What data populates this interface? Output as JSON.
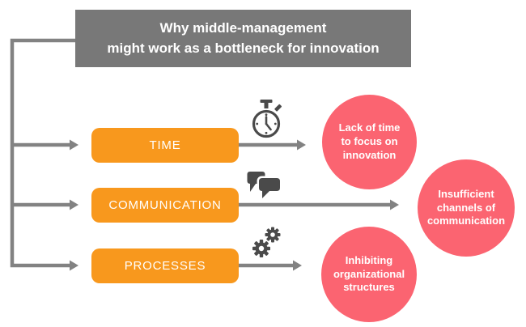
{
  "title": {
    "line1": "Why middle-management",
    "line2": "might work as a bottleneck for innovation"
  },
  "factors": [
    {
      "label": "TIME",
      "icon": "stopwatch-icon"
    },
    {
      "label": "COMMUNICATION",
      "icon": "chat-bubbles-icon"
    },
    {
      "label": "PROCESSES",
      "icon": "gears-icon"
    }
  ],
  "outcomes": [
    {
      "lines": [
        "Lack of time",
        "to focus on",
        "innovation"
      ]
    },
    {
      "lines": [
        "Insufficient",
        "channels of",
        "communication"
      ]
    },
    {
      "lines": [
        "Inhibiting",
        "organizational",
        "structures"
      ]
    }
  ],
  "colors": {
    "title_gray": "#787878",
    "factor_orange": "#F8981D",
    "outcome_pink": "#FB6471",
    "arrow_gray": "#828282",
    "icon_dark": "#4A4A4A",
    "text_white": "#FFFFFF"
  }
}
